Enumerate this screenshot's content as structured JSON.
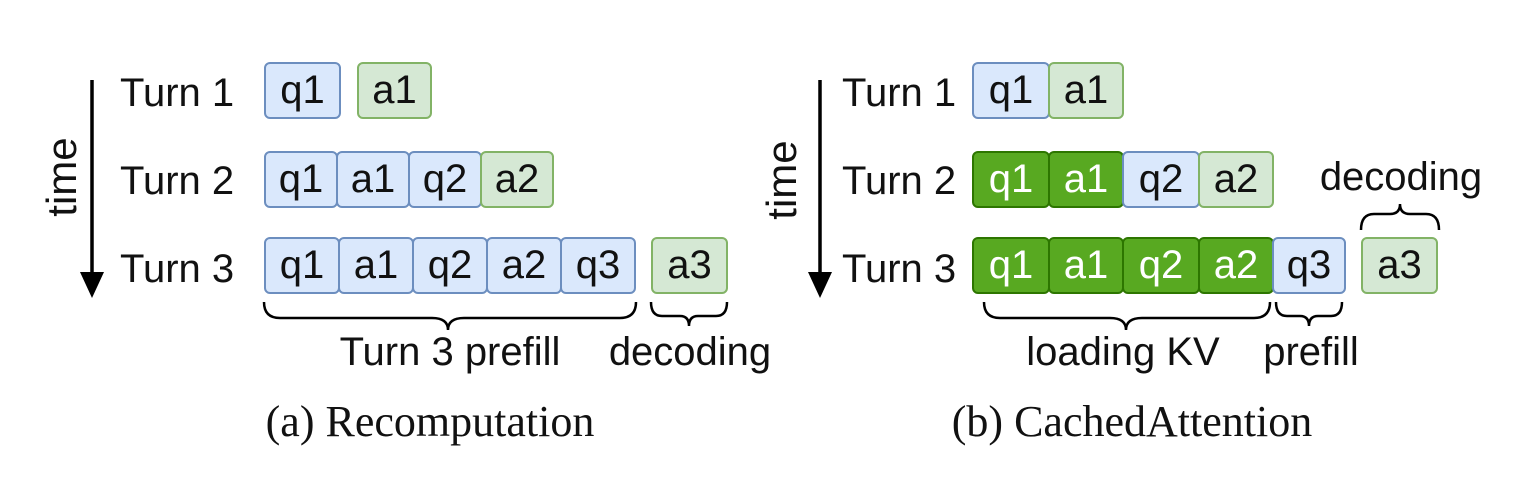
{
  "panel_a": {
    "caption": "(a) Recomputation",
    "time_label": "time",
    "turns": [
      "Turn 1",
      "Turn 2",
      "Turn 3"
    ],
    "rows": [
      [
        "q1",
        "a1"
      ],
      [
        "q1",
        "a1",
        "q2",
        "a2"
      ],
      [
        "q1",
        "a1",
        "q2",
        "a2",
        "q3",
        "a3"
      ]
    ],
    "brace_prefill": "Turn 3 prefill",
    "brace_decoding": "decoding"
  },
  "panel_b": {
    "caption": "(b) CachedAttention",
    "time_label": "time",
    "turns": [
      "Turn 1",
      "Turn 2",
      "Turn 3"
    ],
    "rows": [
      [
        "q1",
        "a1"
      ],
      [
        "q1",
        "a1",
        "q2",
        "a2"
      ],
      [
        "q1",
        "a1",
        "q2",
        "a2",
        "q3",
        "a3"
      ]
    ],
    "brace_loading": "loading KV",
    "brace_prefill": "prefill",
    "brace_decoding": "decoding"
  },
  "colors": {
    "query_fill": "#dae8fc",
    "query_stroke": "#6c8ebf",
    "answer_fill": "#d5e8d4",
    "answer_stroke": "#82b366",
    "cached_fill": "#58a921",
    "cached_stroke": "#2d7600"
  }
}
